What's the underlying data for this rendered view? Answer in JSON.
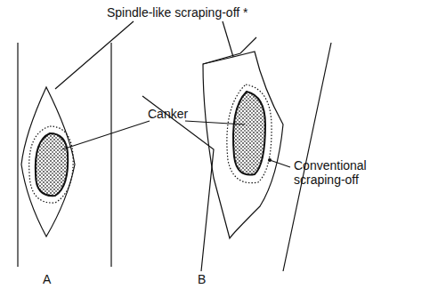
{
  "diagram": {
    "labels": [
      "Spindle-like scraping-off *",
      "Canker",
      "Conventional scraping-off",
      "A",
      "B"
    ]
  }
}
